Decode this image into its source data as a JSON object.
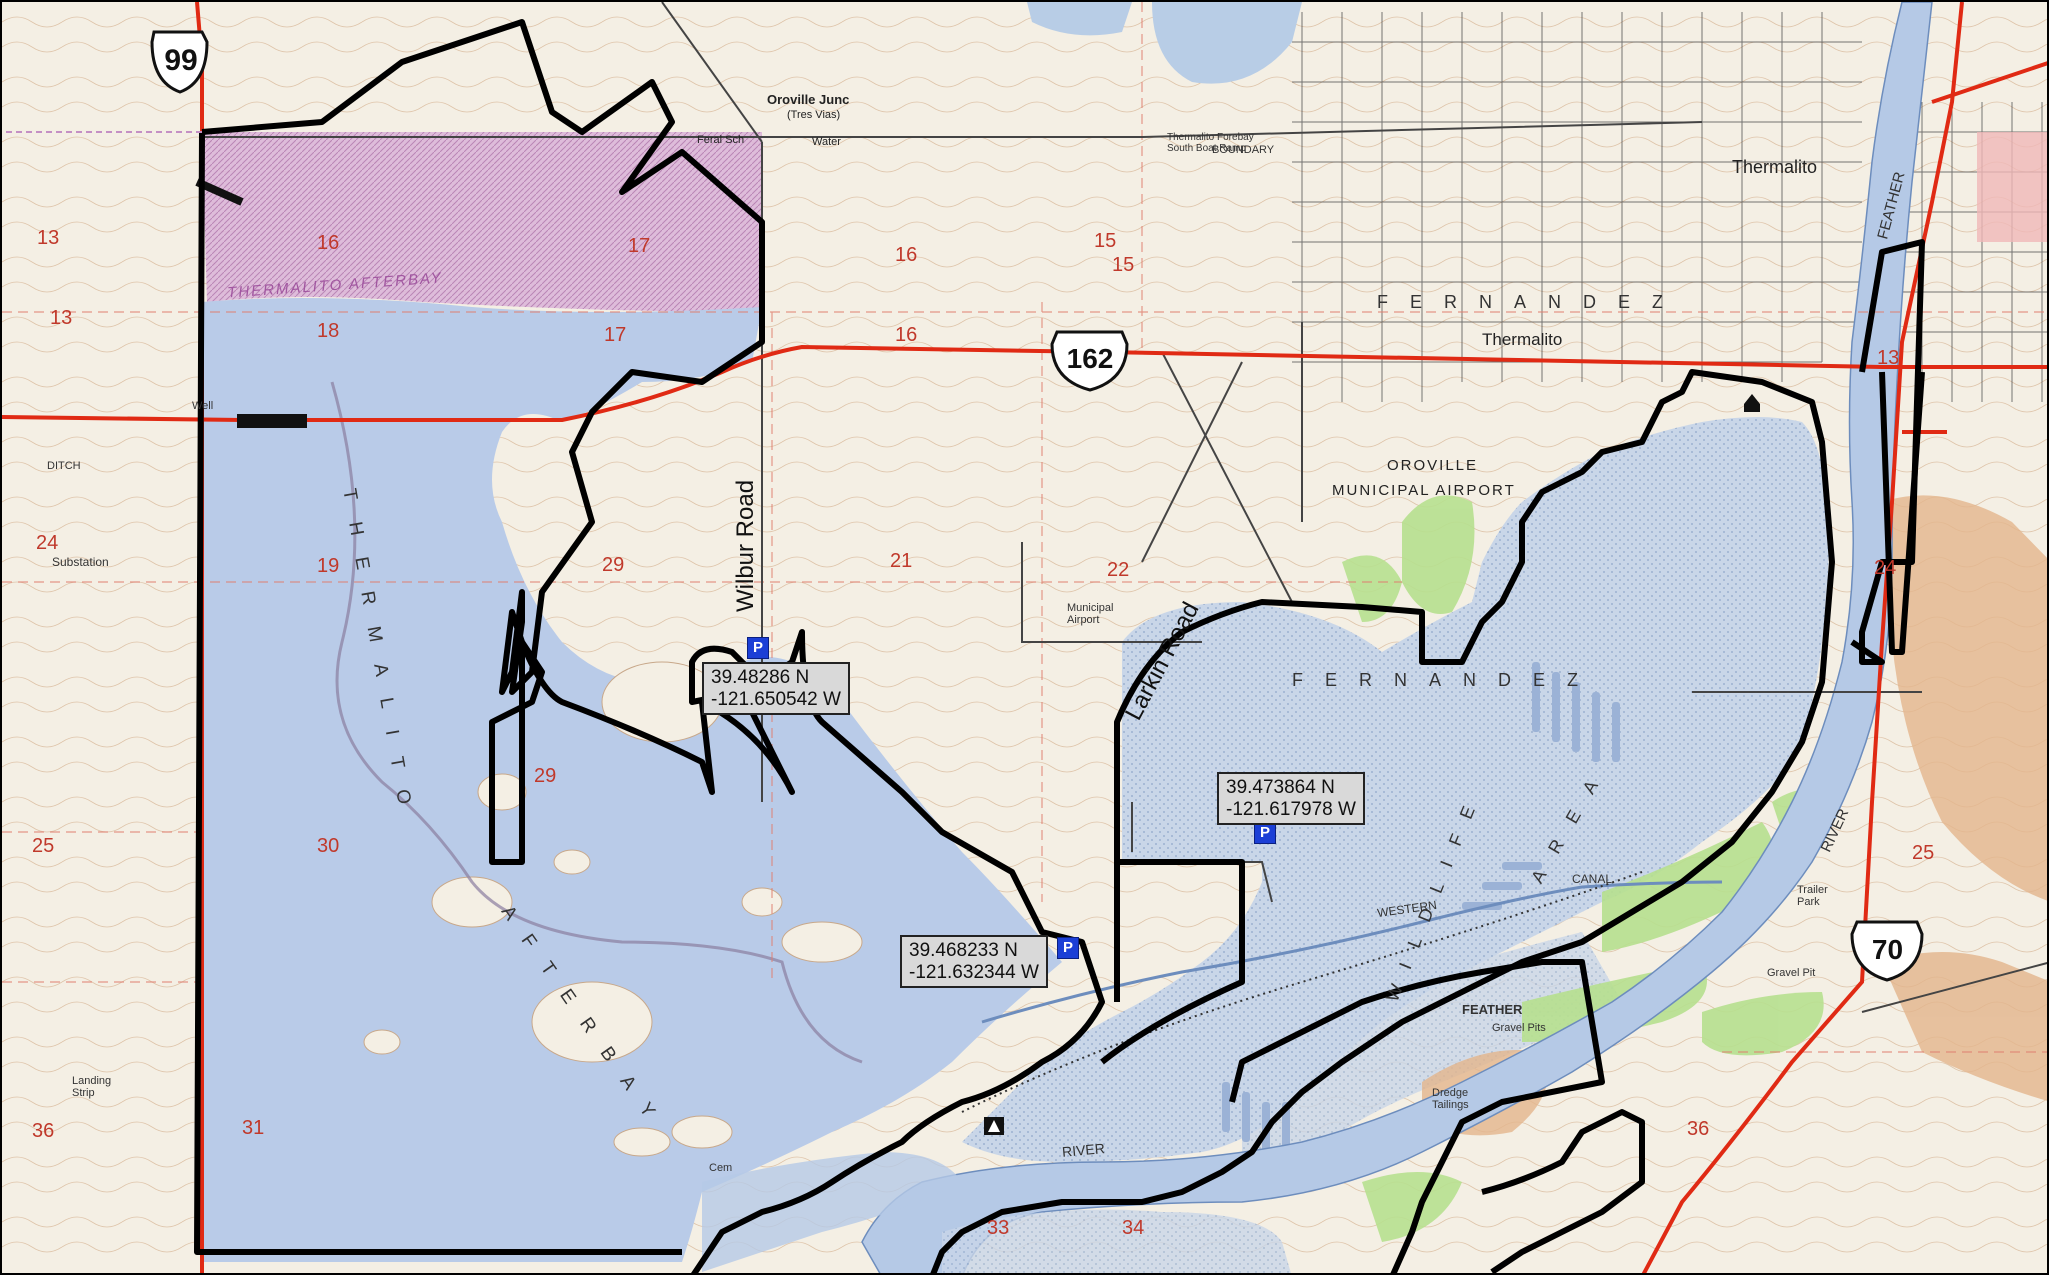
{
  "roads": {
    "wilbur": "Wilbur Road",
    "larkin": "Larkin Road"
  },
  "highways": {
    "us99": "99",
    "sr162": "162",
    "sr70": "70"
  },
  "parking": [
    {
      "symbol": "P",
      "lat": "39.48286 N",
      "lon": "-121.650542 W"
    },
    {
      "symbol": "P",
      "lat": "39.473864 N",
      "lon": "-121.617978 W"
    },
    {
      "symbol": "P",
      "lat": "39.468233 N",
      "lon": "-121.632344 W"
    }
  ],
  "places": {
    "thermalito_town": "Thermalito",
    "thermalito_162": "Thermalito",
    "airport_line1": "OROVILLE",
    "airport_line2": "MUNICIPAL AIRPORT",
    "municipal_airport": "Municipal Airport",
    "oroville_junc": "Oroville Junc",
    "tres_vias": "(Tres Vias)",
    "feral_sch": "Feral Sch",
    "water": "Water",
    "substation": "Substation",
    "landing_strip": "Landing Strip",
    "ditch": "DITCH",
    "well": "Well",
    "western_canal": "WESTERN",
    "canal": "CANAL",
    "boundary": "BOUNDARY",
    "feather_river": "FEATHER",
    "river": "RIVER",
    "gravel_pits": "Gravel Pits",
    "gravel_pit": "Gravel Pit",
    "dredge_tailings": "Dredge Tailings",
    "trailer_park": "Trailer Park",
    "cem": "Cem",
    "forebay_ramp": "Thermalito Forebay South Boat Ramp",
    "afterbay_title": "THERMALITO AFTERBAY",
    "fernandez_top": "FERNANDEZ",
    "fernandez_area": "FERNANDEZ",
    "area": "AREA",
    "afterbay_vertical": "THERMALITO",
    "afterbay_bay": "AFTERBAY",
    "wildlife": "WILDLIFE"
  },
  "sections": [
    "13",
    "13",
    "16",
    "17",
    "16",
    "15",
    "15",
    "18",
    "17",
    "16",
    "24",
    "19",
    "29",
    "21",
    "22",
    "29",
    "25",
    "30",
    "31",
    "36",
    "25",
    "24",
    "13",
    "33",
    "34",
    "36"
  ]
}
